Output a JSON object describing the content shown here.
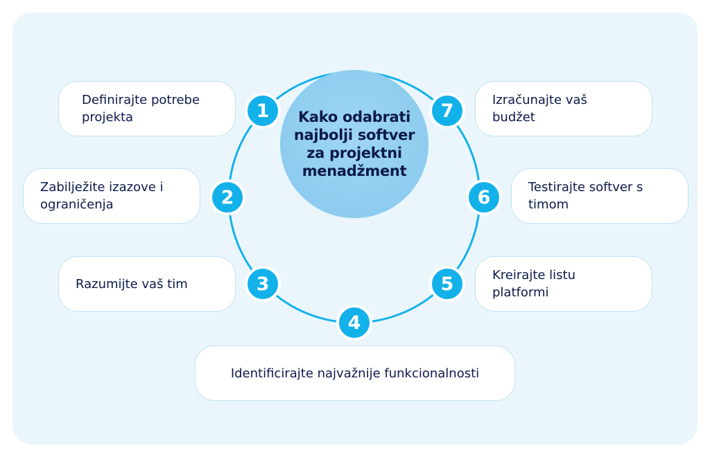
{
  "center": {
    "title": "Kako odabrati najbolji softver za projektni menadžment"
  },
  "colors": {
    "accent": "#13b1ea",
    "center_fill": "#8fcdf0",
    "text": "#0c1a4b",
    "panel": "#eaf6fb"
  },
  "steps": [
    {
      "number": "1",
      "label": "Definirajte potrebe projekta"
    },
    {
      "number": "2",
      "label": "Zabilježite izazove i ograničenja"
    },
    {
      "number": "3",
      "label": "Razumijte vaš tim"
    },
    {
      "number": "4",
      "label": "Identificirajte najvažnije funkcionalnosti"
    },
    {
      "number": "5",
      "label": "Kreirajte listu platformi"
    },
    {
      "number": "6",
      "label": "Testirajte softver s timom"
    },
    {
      "number": "7",
      "label": "Izračunajte vaš budžet"
    }
  ]
}
